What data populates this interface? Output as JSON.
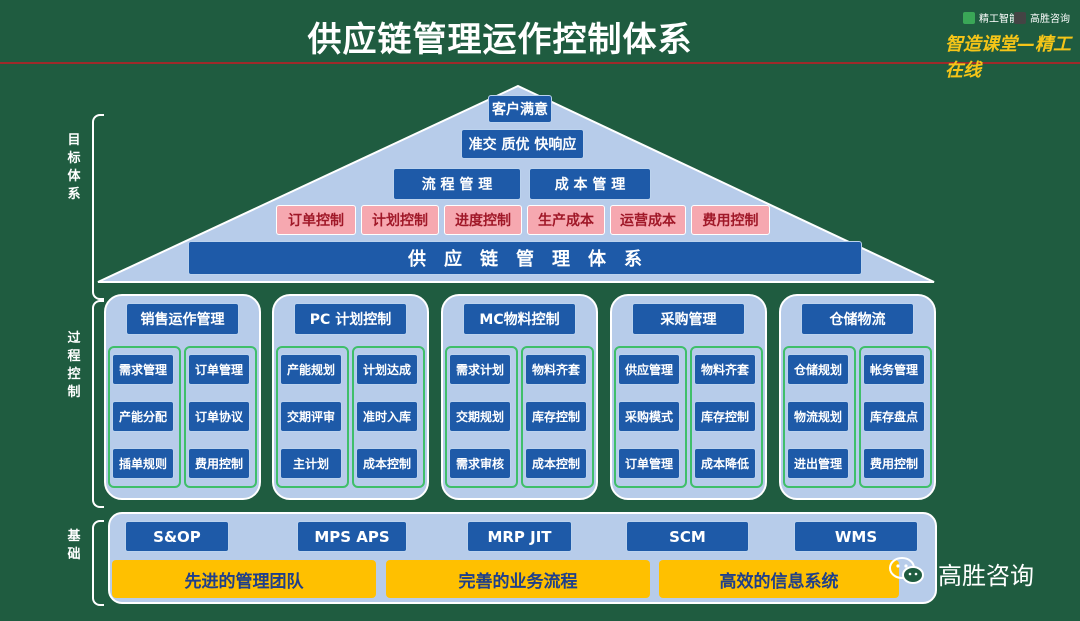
{
  "title": "供应链管理运作控制体系",
  "brand": {
    "name1": "精工智能",
    "name2": "高胜咨询",
    "slogan": "智造课堂—精工在线"
  },
  "labels": {
    "target": "目标体系",
    "process": "过程控制",
    "base": "基础"
  },
  "pyramid": {
    "top": "客户满意",
    "second": "准交 质优 快响应",
    "third": [
      "流 程 管 理",
      "成 本 管 理"
    ],
    "controls": [
      "订单控制",
      "计划控制",
      "进度控制",
      "生产成本",
      "运营成本",
      "费用控制"
    ],
    "system": "供　应　链　管　理　体　系"
  },
  "modules": [
    {
      "title": "销售运作管理",
      "left": [
        "需求管理",
        "产能分配",
        "插单规则"
      ],
      "right": [
        "订单管理",
        "订单协议",
        "费用控制"
      ]
    },
    {
      "title": "PC 计划控制",
      "left": [
        "产能规划",
        "交期评审",
        "主计划"
      ],
      "right": [
        "计划达成",
        "准时入库",
        "成本控制"
      ]
    },
    {
      "title": "MC物料控制",
      "left": [
        "需求计划",
        "交期规划",
        "需求审核"
      ],
      "right": [
        "物料齐套",
        "库存控制",
        "成本控制"
      ]
    },
    {
      "title": "采购管理",
      "left": [
        "供应管理",
        "采购模式",
        "订单管理"
      ],
      "right": [
        "物料齐套",
        "库存控制",
        "成本降低"
      ]
    },
    {
      "title": "仓储物流",
      "left": [
        "仓储规划",
        "物流规划",
        "进出管理"
      ],
      "right": [
        "帐务管理",
        "库存盘点",
        "费用控制"
      ]
    }
  ],
  "foundation": {
    "systems": [
      "S&OP",
      "MPS  APS",
      "MRP  JIT",
      "SCM",
      "WMS"
    ],
    "pillars": [
      "先进的管理团队",
      "完善的业务流程",
      "高效的信息系统"
    ]
  },
  "watermark": "高胜咨询",
  "colors": {
    "background": "#1f5c40",
    "accent_blue": "#1e5aa8",
    "panel": "#b7ccea",
    "pink": "#f6a8b0",
    "yellow": "#ffc000"
  }
}
